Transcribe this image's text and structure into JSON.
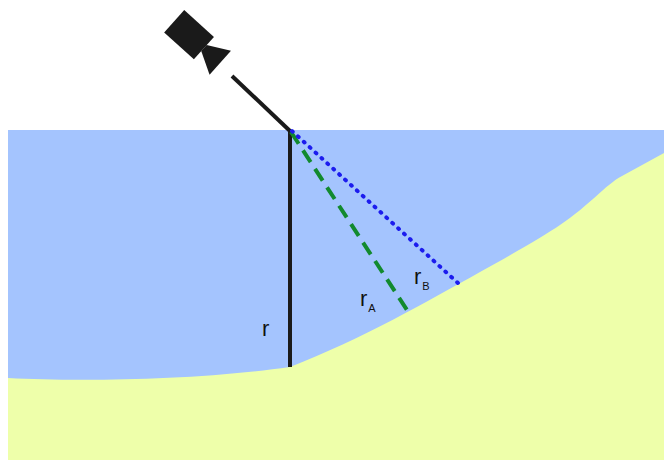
{
  "diagram": {
    "labels": [
      "r",
      "rA",
      "rB"
    ]
  }
}
